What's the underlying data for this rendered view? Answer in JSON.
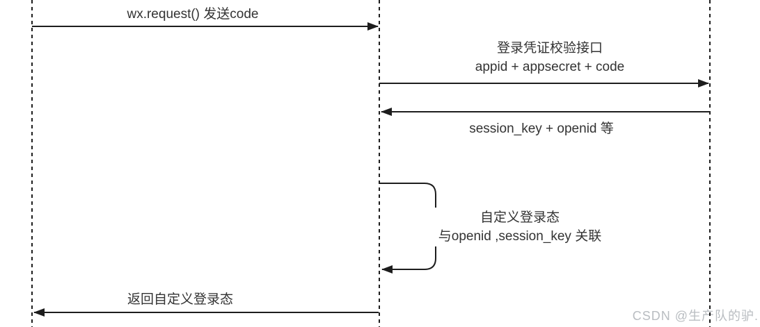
{
  "diagram": {
    "type": "sequence",
    "lifelines": [
      {
        "id": "client-lifeline"
      },
      {
        "id": "developer-server-lifeline"
      },
      {
        "id": "wechat-server-lifeline"
      }
    ],
    "messages": {
      "m1": {
        "label": "wx.request() 发送code",
        "from": "left",
        "to": "middle",
        "direction": "right"
      },
      "m2": {
        "line1": "登录凭证校验接口",
        "line2": "appid + appsecret + code",
        "from": "middle",
        "to": "right",
        "direction": "right"
      },
      "m3": {
        "label": "session_key + openid 等",
        "from": "right",
        "to": "middle",
        "direction": "left"
      },
      "m4": {
        "line1": "自定义登录态",
        "line2": "与openid ,session_key 关联",
        "type": "self-loop",
        "on": "middle"
      },
      "m5": {
        "label": "返回自定义登录态",
        "from": "middle",
        "to": "left",
        "direction": "left"
      }
    }
  },
  "watermark": {
    "text": "CSDN @生产队的驴."
  },
  "colors": {
    "line": "#1d1d1d",
    "text": "#333333",
    "watermark": "#b9bdc1",
    "background": "#ffffff"
  }
}
